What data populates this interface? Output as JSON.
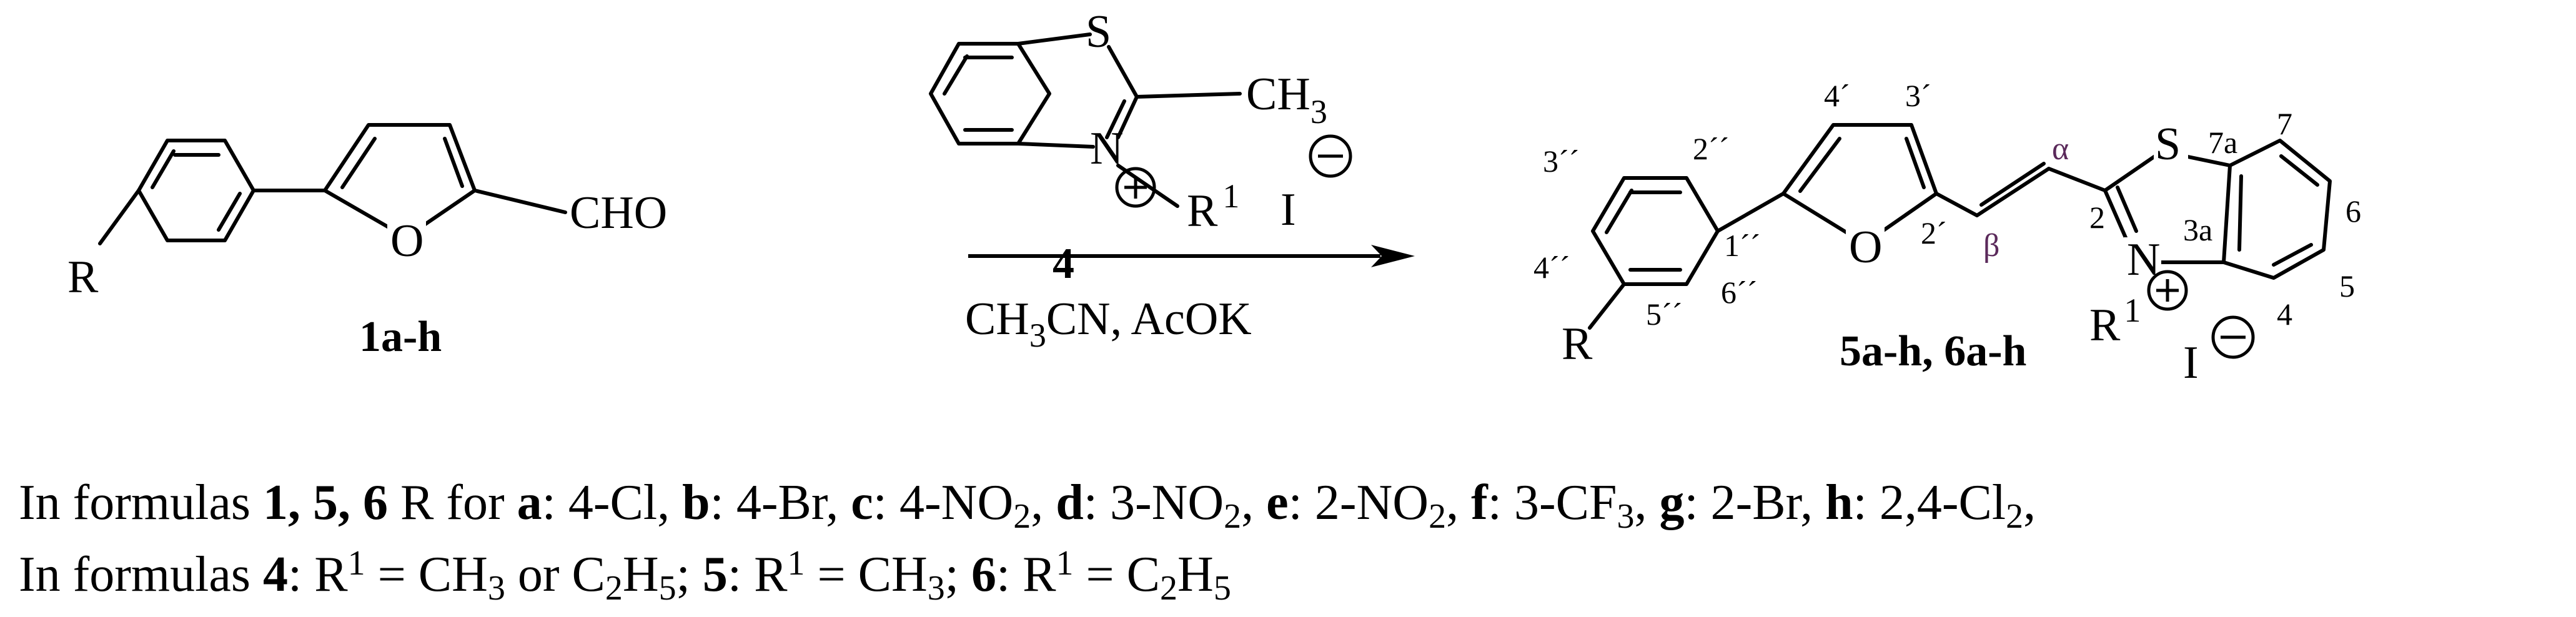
{
  "scheme": {
    "reactant": {
      "r_label": "R",
      "o_label": "O",
      "cho_label": "CHO",
      "compound_label": "1a-h"
    },
    "reagent": {
      "s_label": "S",
      "n_label": "N",
      "ch3_label": "CH",
      "ch3_sub": "3",
      "r1_label": "R",
      "r1_sup": "1",
      "iodide_label": "I",
      "compound_label": "4"
    },
    "conditions": {
      "ch3cn_a": "CH",
      "ch3cn_sub": "3",
      "ch3cn_b": "CN, AcOK"
    },
    "product": {
      "r_label": "R",
      "o_label": "O",
      "s_label": "S",
      "n_label": "N",
      "r1_label": "R",
      "r1_sup": "1",
      "iodide_label": "I",
      "compound_label": "5a-h, 6a-h",
      "positions": {
        "p2pp": "2´´",
        "p3pp": "3´´",
        "p4pp": "4´´",
        "p5pp": "5´´",
        "p6pp": "6´´",
        "p1pp": "1´´",
        "p4p": "4´",
        "p3p": "3´",
        "p2p": "2´",
        "alpha": "α",
        "beta": "β",
        "p2": "2",
        "p7a": "7a",
        "p7": "7",
        "p6": "6",
        "p5": "5",
        "p4": "4",
        "p3a": "3a"
      }
    }
  },
  "caption": {
    "line1": {
      "t1": "In formulas ",
      "b1": "1, 5, 6",
      "t2": " R for ",
      "ka": "a",
      "va": ": 4-Cl, ",
      "kb": "b",
      "vb": ": 4-Br, ",
      "kc": "c",
      "vc": ": 4-NO",
      "vc_sub": "2",
      "vc_end": ", ",
      "kd": "d",
      "vd": ": 3-NO",
      "vd_sub": "2",
      "vd_end": ", ",
      "ke": "e",
      "ve": ": 2-NO",
      "ve_sub": "2",
      "ve_end": ", ",
      "kf": "f",
      "vf": ": 3-CF",
      "vf_sub": "3",
      "vf_end": ", ",
      "kg": "g",
      "vg": ": 2-Br, ",
      "kh": "h",
      "vh": ": 2,4-Cl",
      "vh_sub": "2",
      "vh_end": ","
    },
    "line2": {
      "t1": "In formulas ",
      "b1": "4",
      "t2": ": R",
      "sup1": "1",
      "t3": " = CH",
      "sub1": "3",
      "t4": " or C",
      "sub2": "2",
      "t5": "H",
      "sub3": "5",
      "t6": "; ",
      "b2": "5",
      "t7": ": R",
      "sup2": "1",
      "t8": " = CH",
      "sub4": "3",
      "t9": "; ",
      "b3": "6",
      "t10": ": R",
      "sup3": "1",
      "t11": " = C",
      "sub5": "2",
      "t12": "H",
      "sub6": "5"
    }
  }
}
